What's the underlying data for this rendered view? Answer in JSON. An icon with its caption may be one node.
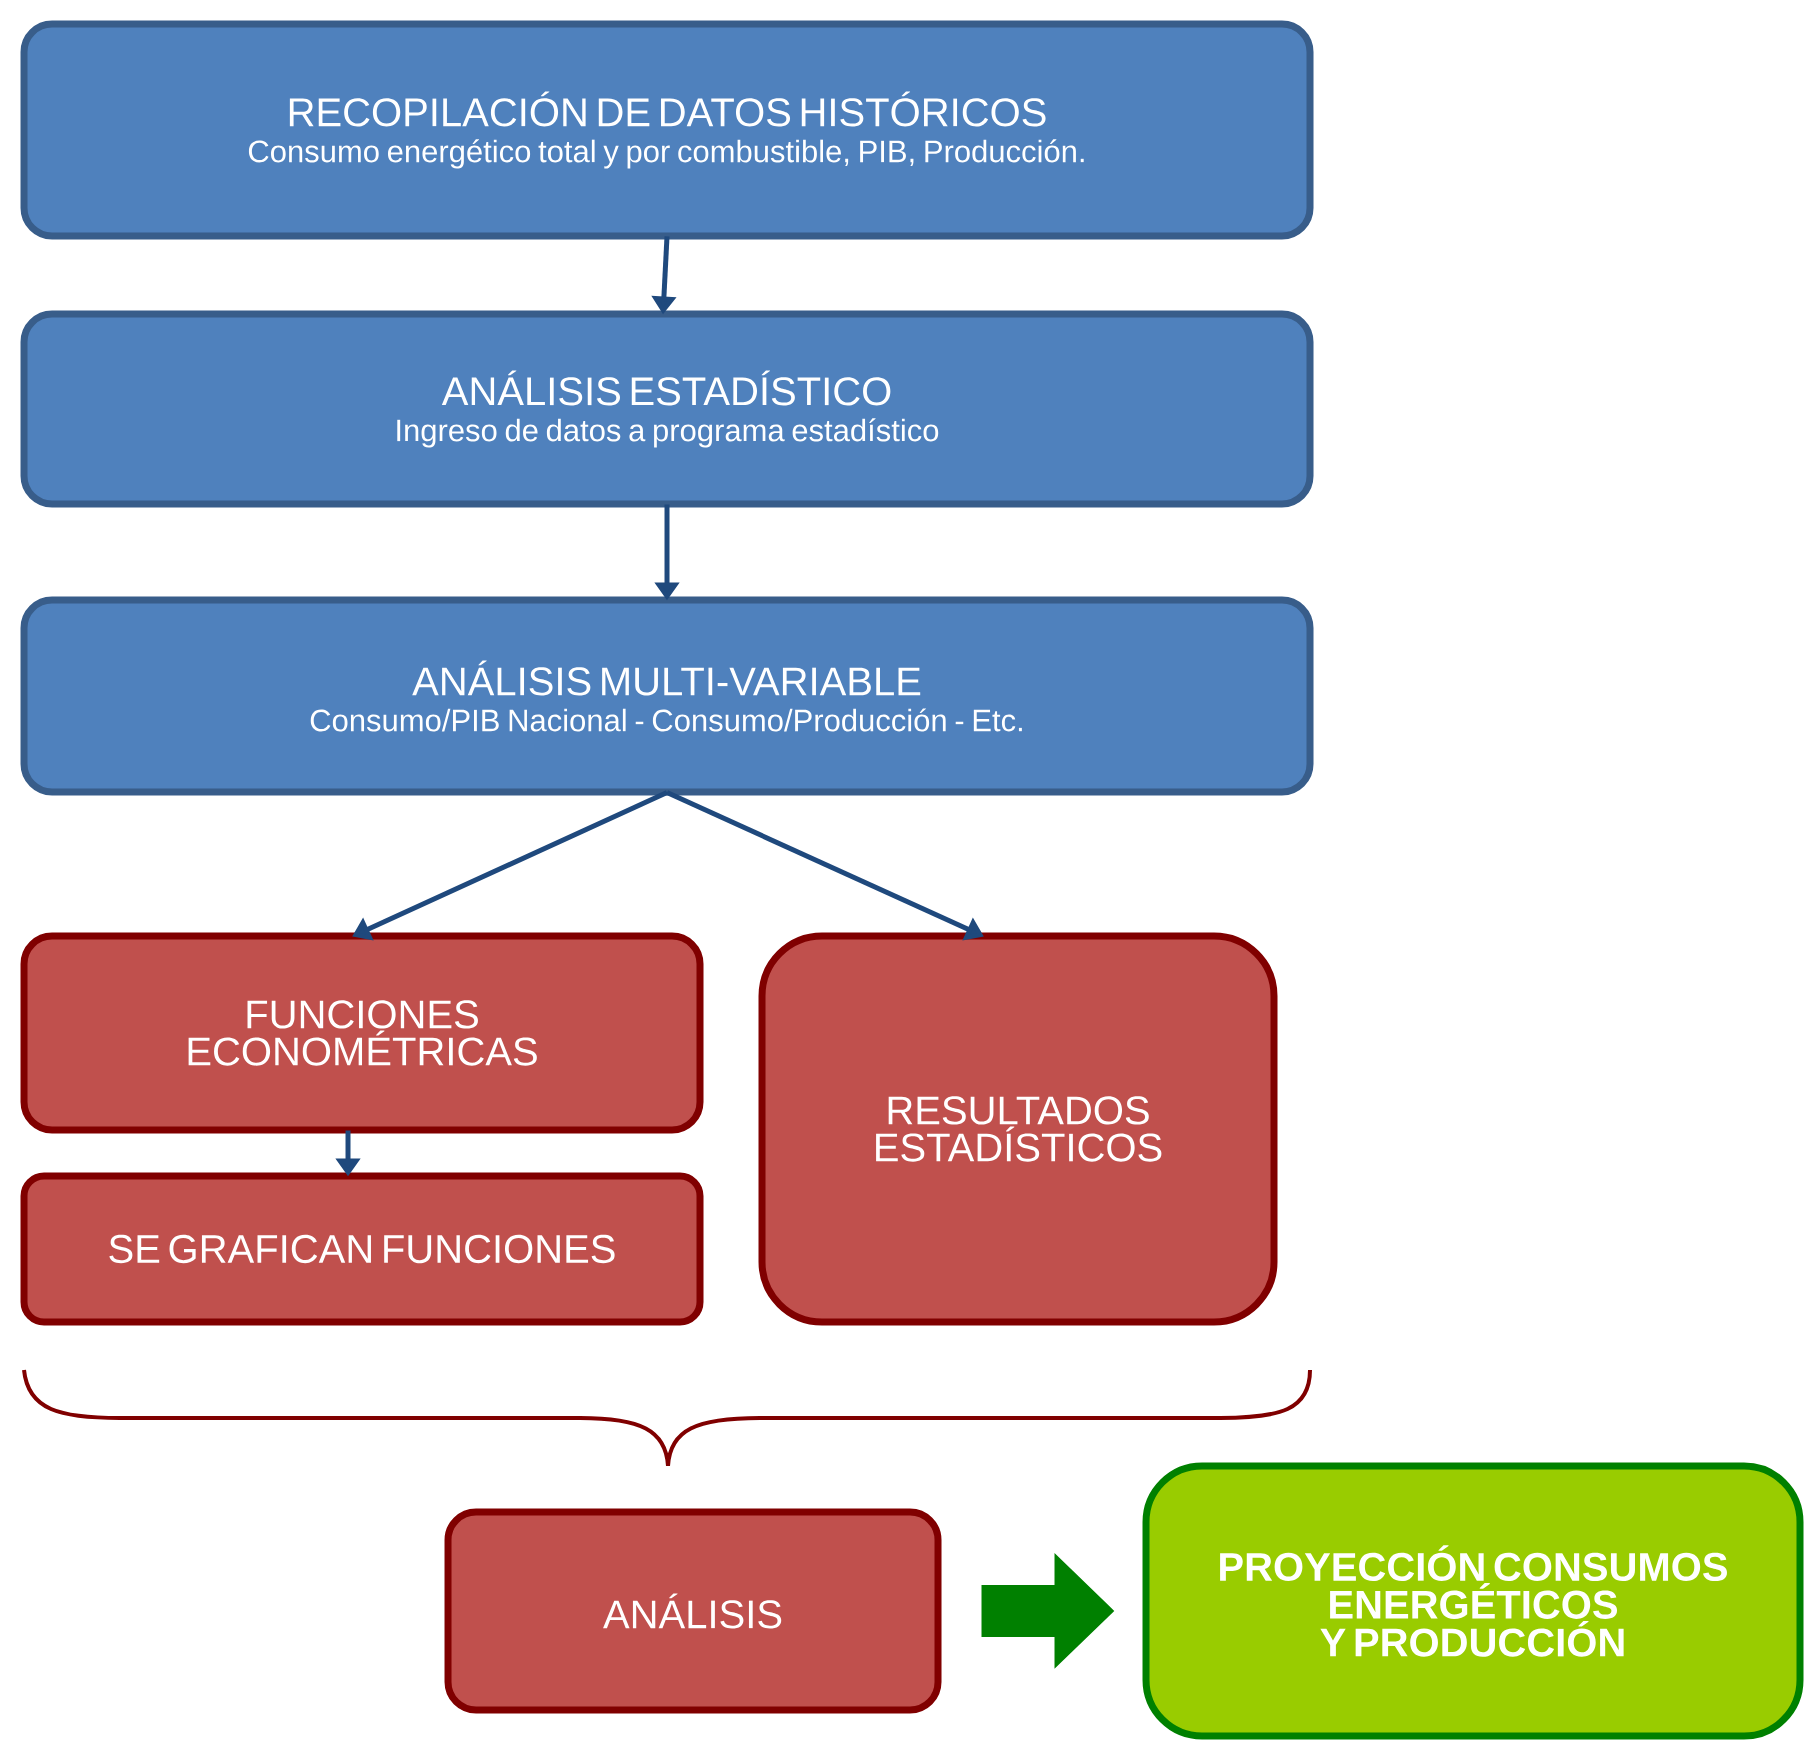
{
  "diagram": {
    "nodes": [
      {
        "text": [
          "RECOPILACIÓN DE DATOS HISTÓRICOS",
          "Consumo energético total y por combustible, PIB, Producción."
        ]
      },
      {
        "text": [
          "ANÁLISIS ESTADÍSTICO",
          "Ingreso de datos a programa estadístico"
        ]
      },
      {
        "text": [
          "ANÁLISIS MULTI-VARIABLE",
          "Consumo/PIB Nacional - Consumo/Producción - Etc."
        ]
      },
      {
        "text": [
          "FUNCIONES ECONOMÉTRICAS"
        ]
      },
      {
        "text": [
          "SE GRAFICAN FUNCIONES"
        ]
      },
      {
        "text": [
          "RESULTADOS ESTADÍSTICOS"
        ]
      },
      {
        "text": [
          "ANÁLISIS"
        ]
      },
      {
        "text": [
          "PROYECCIÓN CONSUMOS ENERGÉTICOS Y PRODUCCIÓN"
        ]
      }
    ],
    "edges": [
      {
        "from": 0,
        "to": 1,
        "arrow": "to"
      },
      {
        "from": 1,
        "to": 2,
        "arrow": "to"
      },
      {
        "from": 2,
        "to": 3,
        "arrow": "to"
      },
      {
        "from": 2,
        "to": 5,
        "arrow": "to"
      },
      {
        "from": 3,
        "to": 4,
        "arrow": "to"
      },
      {
        "from": 6,
        "to": 7,
        "arrow": "to",
        "style": "thick",
        "color": "#008000"
      }
    ]
  }
}
